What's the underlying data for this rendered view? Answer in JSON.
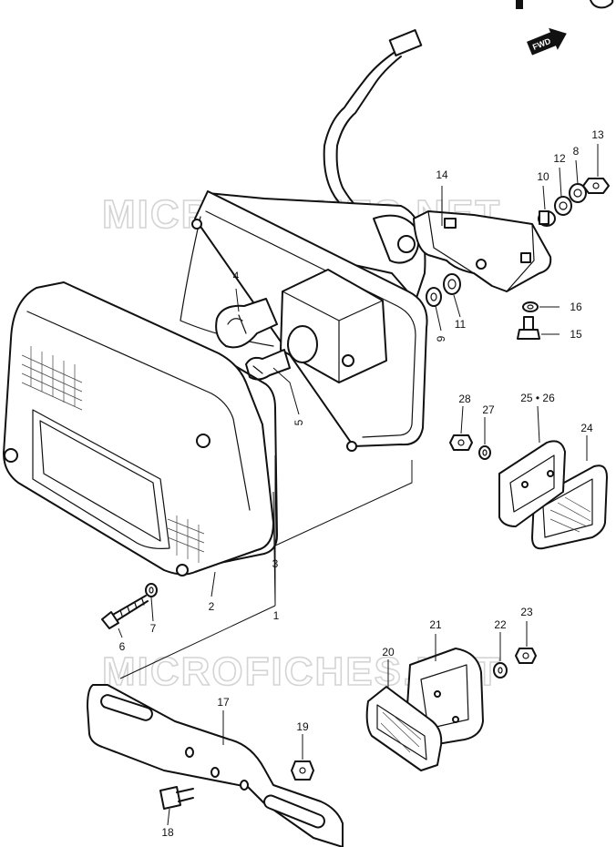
{
  "watermark": "MICROFICHES.NET",
  "fwd_label": "FWD",
  "parts": [
    {
      "id": "1",
      "label": "1"
    },
    {
      "id": "2",
      "label": "2"
    },
    {
      "id": "3",
      "label": "3"
    },
    {
      "id": "4",
      "label": "4"
    },
    {
      "id": "5",
      "label": "5"
    },
    {
      "id": "6",
      "label": "6"
    },
    {
      "id": "7",
      "label": "7"
    },
    {
      "id": "8",
      "label": "8"
    },
    {
      "id": "9",
      "label": "9"
    },
    {
      "id": "10",
      "label": "10"
    },
    {
      "id": "11",
      "label": "11"
    },
    {
      "id": "12",
      "label": "12"
    },
    {
      "id": "13",
      "label": "13"
    },
    {
      "id": "14",
      "label": "14"
    },
    {
      "id": "15",
      "label": "15"
    },
    {
      "id": "16",
      "label": "16"
    },
    {
      "id": "17",
      "label": "17"
    },
    {
      "id": "18",
      "label": "18"
    },
    {
      "id": "19",
      "label": "19"
    },
    {
      "id": "20",
      "label": "20"
    },
    {
      "id": "21",
      "label": "21"
    },
    {
      "id": "22",
      "label": "22"
    },
    {
      "id": "23",
      "label": "23"
    },
    {
      "id": "24",
      "label": "24"
    },
    {
      "id": "25-26",
      "label": "25 • 26"
    },
    {
      "id": "27",
      "label": "27"
    },
    {
      "id": "28",
      "label": "28"
    }
  ]
}
